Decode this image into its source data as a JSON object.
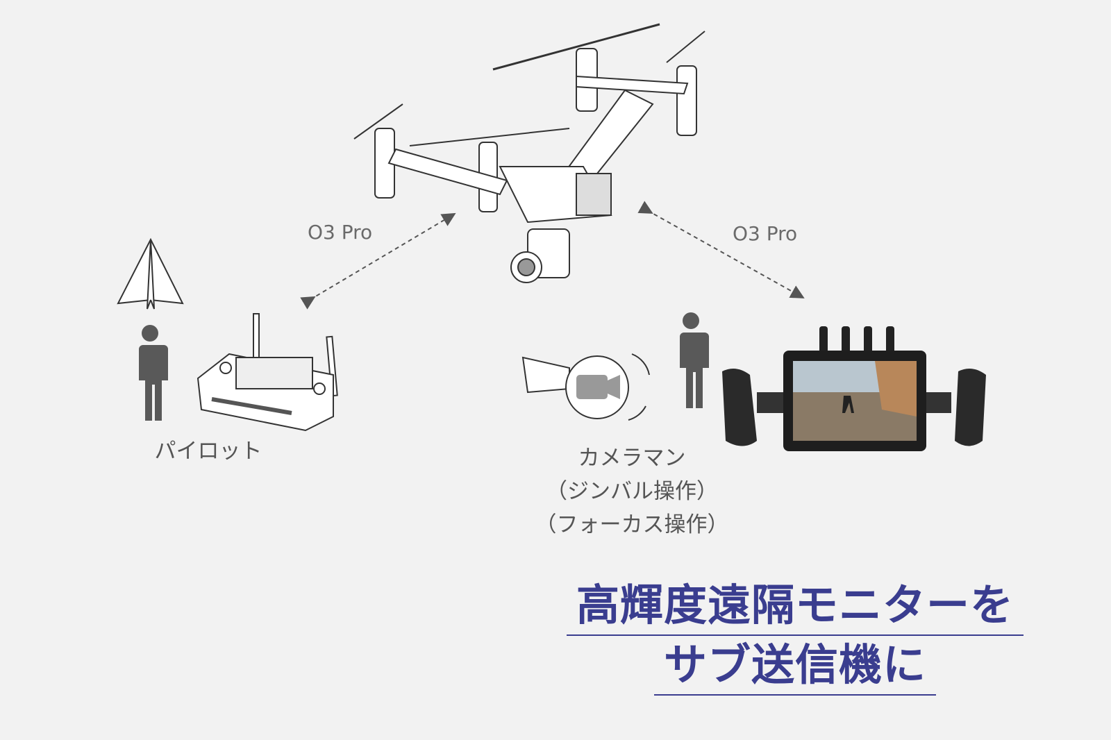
{
  "links": {
    "left_label": "O3 Pro",
    "right_label": "O3 Pro"
  },
  "roles": {
    "pilot": "パイロット",
    "cameraman": [
      "カメラマン",
      "（ジンバル操作）",
      "（フォーカス操作）"
    ]
  },
  "headline": {
    "line1": "高輝度遠隔モニターを",
    "line2": "サブ送信機に"
  },
  "colors": {
    "background": "#f2f2f2",
    "headline": "#3a3d8f",
    "person": "#595959"
  }
}
